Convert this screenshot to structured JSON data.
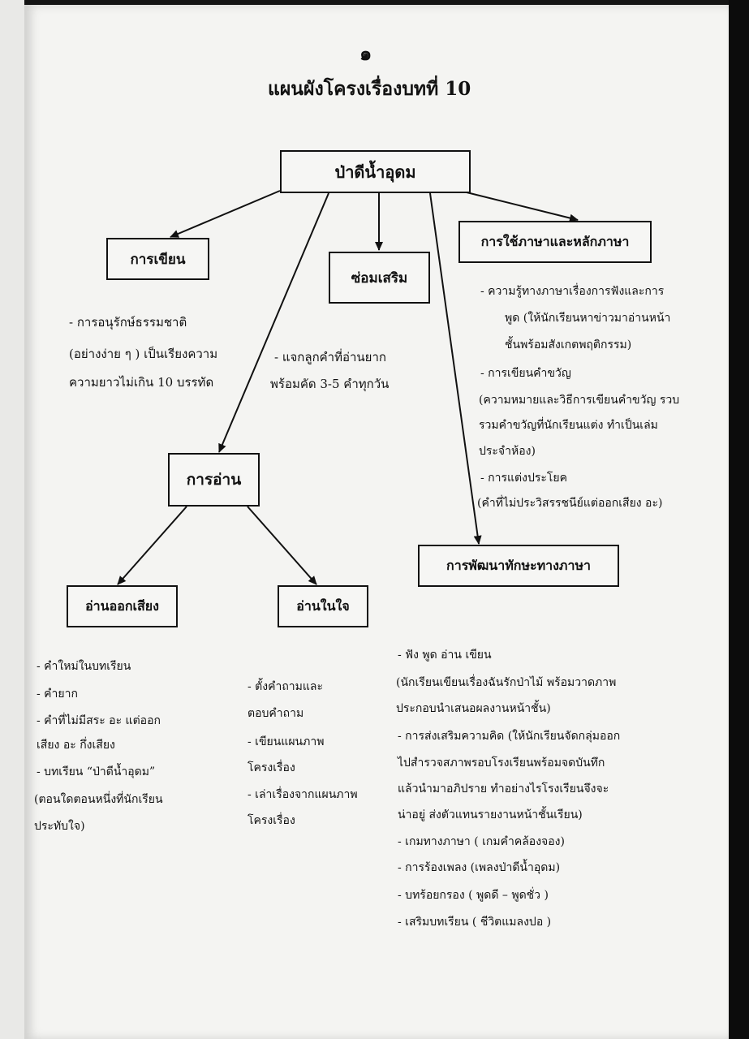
{
  "page_number": "๑",
  "title": "แผนผังโครงเรื่องบทที่  10",
  "nodes": {
    "root": "ป่าดีน้ำอุดม",
    "writing": "การเขียน",
    "repair": "ซ่อมเสริม",
    "language_use": "การใช้ภาษาและหลักภาษา",
    "reading": "การอ่าน",
    "skill_dev": "การพัฒนาทักษะทางภาษา",
    "read_aloud": "อ่านออกเสียง",
    "read_silent": "อ่านในใจ"
  },
  "writing_notes": [
    "- การอนุรักษ์ธรรมชาติ",
    "(อย่างง่าย ๆ ) เป็นเรียงความ",
    "ความยาวไม่เกิน 10 บรรทัด"
  ],
  "repair_notes": [
    "- แจกลูกคำที่อ่านยาก",
    "พร้อมคัด 3-5 คำทุกวัน"
  ],
  "language_notes": [
    "-     ความรู้ทางภาษาเรื่องการฟังและการ",
    "พูด (ให้นักเรียนหาข่าวมาอ่านหน้า",
    "ชั้นพร้อมสังเกตพฤติกรรม)",
    "-     การเขียนคำขวัญ",
    "(ความหมายและวิธีการเขียนคำขวัญ รวบ",
    "รวมคำขวัญที่นักเรียนแต่ง ทำเป็นเล่ม",
    "ประจำห้อง)",
    "-     การแต่งประโยค",
    "(คำที่ไม่ประวิสรรชนีย์แต่ออกเสียง อะ)"
  ],
  "read_aloud_notes": [
    "-     คำใหม่ในบทเรียน",
    "-     คำยาก",
    "-     คำที่ไม่มีสระ อะ แต่ออก",
    "       เสียง อะ กึ่งเสียง",
    "-     บทเรียน “ป่าดีน้ำอุดม”",
    "(ตอนใดตอนหนึ่งที่นักเรียน",
    "ประทับใจ)"
  ],
  "read_silent_notes": [
    "-     ตั้งคำถามและ",
    "       ตอบคำถาม",
    "-     เขียนแผนภาพ",
    "       โครงเรื่อง",
    "-     เล่าเรื่องจากแผนภาพ",
    "       โครงเรื่อง"
  ],
  "skill_notes": [
    "-        ฟัง พูด อ่าน  เขียน",
    "(นักเรียนเขียนเรื่องฉันรักป่าไม้ พร้อมวาดภาพ",
    "ประกอบนำเสนอผลงานหน้าชั้น)",
    "-        การส่งเสริมความคิด (ให้นักเรียนจัดกลุ่มออก",
    "         ไปสำรวจสภาพรอบโรงเรียนพร้อมจดบันทึก",
    "         แล้วนำมาอภิปราย ทำอย่างไรโรงเรียนจึงจะ",
    "         น่าอยู่ ส่งตัวแทนรายงานหน้าชั้นเรียน)",
    "-        เกมทางภาษา ( เกมคำคล้องจอง)",
    "-        การร้องเพลง  (เพลงป่าดีน้ำอุดม)",
    "-        บทร้อยกรอง  ( พูดดี – พูดชั่ว )",
    "-        เสริมบทเรียน  ( ชีวิตแมลงปอ )"
  ]
}
